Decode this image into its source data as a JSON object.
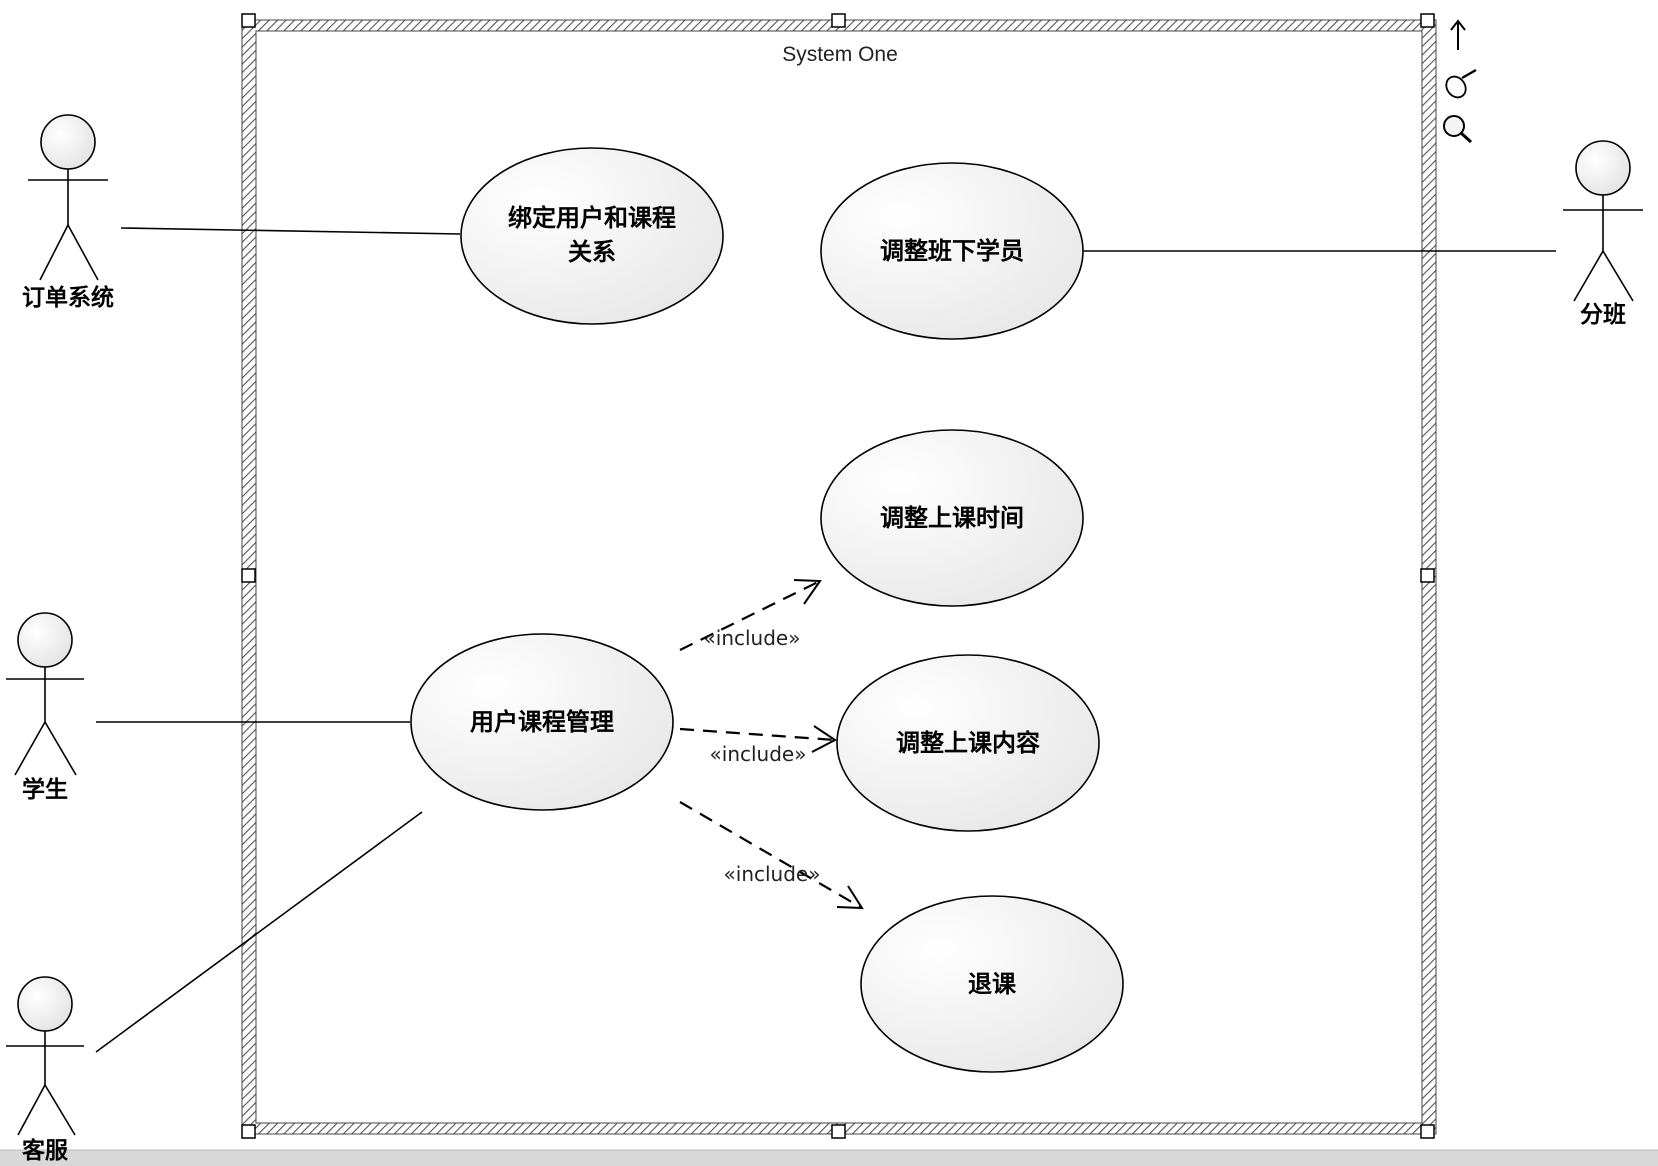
{
  "system": {
    "title": "System One"
  },
  "actors": [
    {
      "id": "order-system",
      "label": "订单系统"
    },
    {
      "id": "student",
      "label": "学生"
    },
    {
      "id": "customer-service",
      "label": "客服"
    },
    {
      "id": "class-division",
      "label": "分班"
    }
  ],
  "usecases": [
    {
      "id": "bind-user-course",
      "lines": [
        "绑定用户和课程",
        "关系"
      ]
    },
    {
      "id": "adjust-class-students",
      "lines": [
        "调整班下学员"
      ]
    },
    {
      "id": "adjust-class-time",
      "lines": [
        "调整上课时间"
      ]
    },
    {
      "id": "user-course-management",
      "lines": [
        "用户课程管理"
      ]
    },
    {
      "id": "adjust-class-content",
      "lines": [
        "调整上课内容"
      ]
    },
    {
      "id": "drop-course",
      "lines": [
        "退课"
      ]
    }
  ],
  "relations": [
    {
      "type": "association",
      "from": "order-system",
      "to": "bind-user-course"
    },
    {
      "type": "association",
      "from": "class-division",
      "to": "adjust-class-students"
    },
    {
      "type": "association",
      "from": "student",
      "to": "user-course-management"
    },
    {
      "type": "association",
      "from": "customer-service",
      "to": "user-course-management"
    },
    {
      "type": "include",
      "from": "user-course-management",
      "to": "adjust-class-time",
      "label": "«include»"
    },
    {
      "type": "include",
      "from": "user-course-management",
      "to": "adjust-class-content",
      "label": "«include»"
    },
    {
      "type": "include",
      "from": "user-course-management",
      "to": "drop-course",
      "label": "«include»"
    }
  ],
  "toolbar": {
    "icons": [
      "arrow-up-icon",
      "paint-bucket-icon",
      "magnifier-icon"
    ]
  }
}
